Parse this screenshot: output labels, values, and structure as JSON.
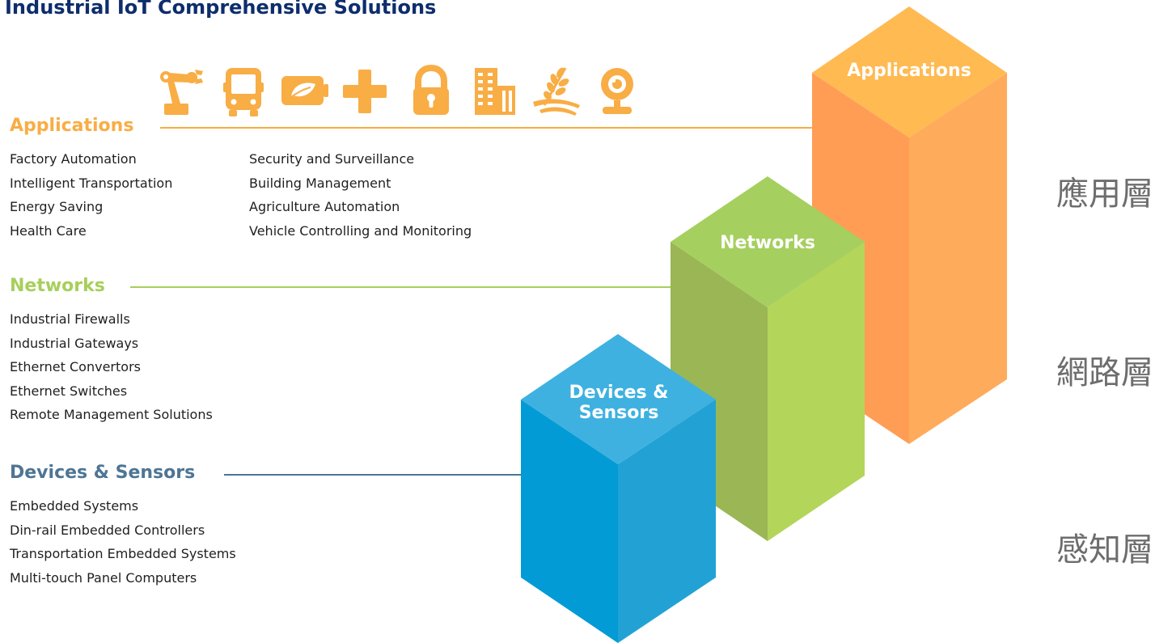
{
  "title": "Industrial IoT Comprehensive Solutions",
  "colors": {
    "title": "#0d2d6c",
    "applications": "#f8ad45",
    "networks": "#a7cf5b",
    "devices": "#4e7594",
    "text": "#1f1f1f",
    "cjk": "#6d6d6d"
  },
  "application_icons": [
    "robot-arm-icon",
    "bus-icon",
    "eco-battery-icon",
    "medical-cross-icon",
    "lock-icon",
    "building-icon",
    "wheat-icon",
    "webcam-icon"
  ],
  "sections": {
    "applications": {
      "title": "Applications",
      "items_left": [
        "Factory Automation",
        "Intelligent Transportation",
        "Energy Saving",
        "Health Care"
      ],
      "items_right": [
        "Security and Surveillance",
        "Building Management",
        "Agriculture Automation",
        "Vehicle Controlling and Monitoring"
      ]
    },
    "networks": {
      "title": "Networks",
      "items": [
        "Industrial Firewalls",
        "Industrial Gateways",
        "Ethernet Convertors",
        "Ethernet Switches",
        "Remote Management Solutions"
      ]
    },
    "devices": {
      "title": "Devices & Sensors",
      "items": [
        "Embedded Systems",
        "Din-rail Embedded Controllers",
        "Transportation Embedded Systems",
        "Multi-touch Panel Computers"
      ]
    }
  },
  "cubes": {
    "applications": "Applications",
    "networks": "Networks",
    "devices_line1": "Devices &",
    "devices_line2": "Sensors"
  },
  "layer_labels": {
    "application_layer": "應用層",
    "network_layer": "網路層",
    "perception_layer": "感知層"
  }
}
